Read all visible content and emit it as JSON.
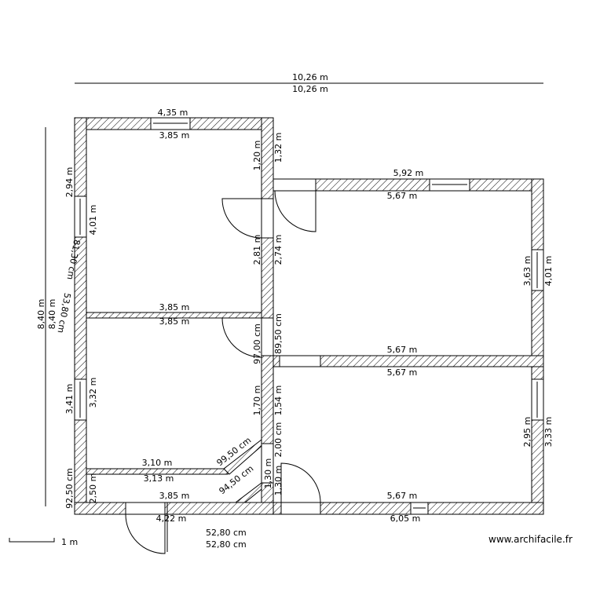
{
  "plan": {
    "overall_width": [
      "10,26 m",
      "10,26 m"
    ],
    "overall_height": [
      "8,40 m",
      "8,40 m"
    ],
    "labels": {
      "top_outer": "4,35 m",
      "top_inner": "3,85 m",
      "left_win_outer": "2,94 m",
      "left_win_inner": "4,01 m",
      "door_a_1": "1,20 m",
      "door_a_2": "1,32 m",
      "wall_a_1": "2,81 m",
      "wall_a_2": "2,74 m",
      "mid_top": "3,85 m",
      "mid_bottom": "3,85 m",
      "diag_a": "81,30 cm",
      "diag_b": "53,80 cm",
      "door_b_1": "97,00 cm",
      "door_b_2": "89,50 cm",
      "right_top_outer": "5,92 m",
      "right_top_inner": "5,67 m",
      "right_win_1": "3,63 m",
      "right_win_2": "4,01 m",
      "right_mid_top": "5,67 m",
      "right_mid_bottom": "5,67 m",
      "left_low_outer": "3,41 m",
      "left_low_inner": "3,32 m",
      "wall_b_1": "1,70 m",
      "wall_b_2": "1,54 m",
      "door_c": "2,00 cm",
      "door_c2": "1,30 m",
      "corr_top": "3,10 m",
      "corr_bottom": "3,13 m",
      "diag_c": "99,50 cm",
      "diag_d": "94,50 cm",
      "diag_e": "1,30 m",
      "diag_f": "52,80 cm",
      "diag_g": "52,80 cm",
      "corr_left_outer": "92,50 cm",
      "corr_left_inner": "2,50 m",
      "bottom_inner": "3,85 m",
      "bottom_outer": "4,22 m",
      "right_low_1": "2,95 m",
      "right_low_2": "3,33 m",
      "right_bottom_inner": "5,67 m",
      "right_bottom_outer": "6,05 m"
    },
    "scale_label": "1 m"
  },
  "brand": "www.archifacile.fr"
}
